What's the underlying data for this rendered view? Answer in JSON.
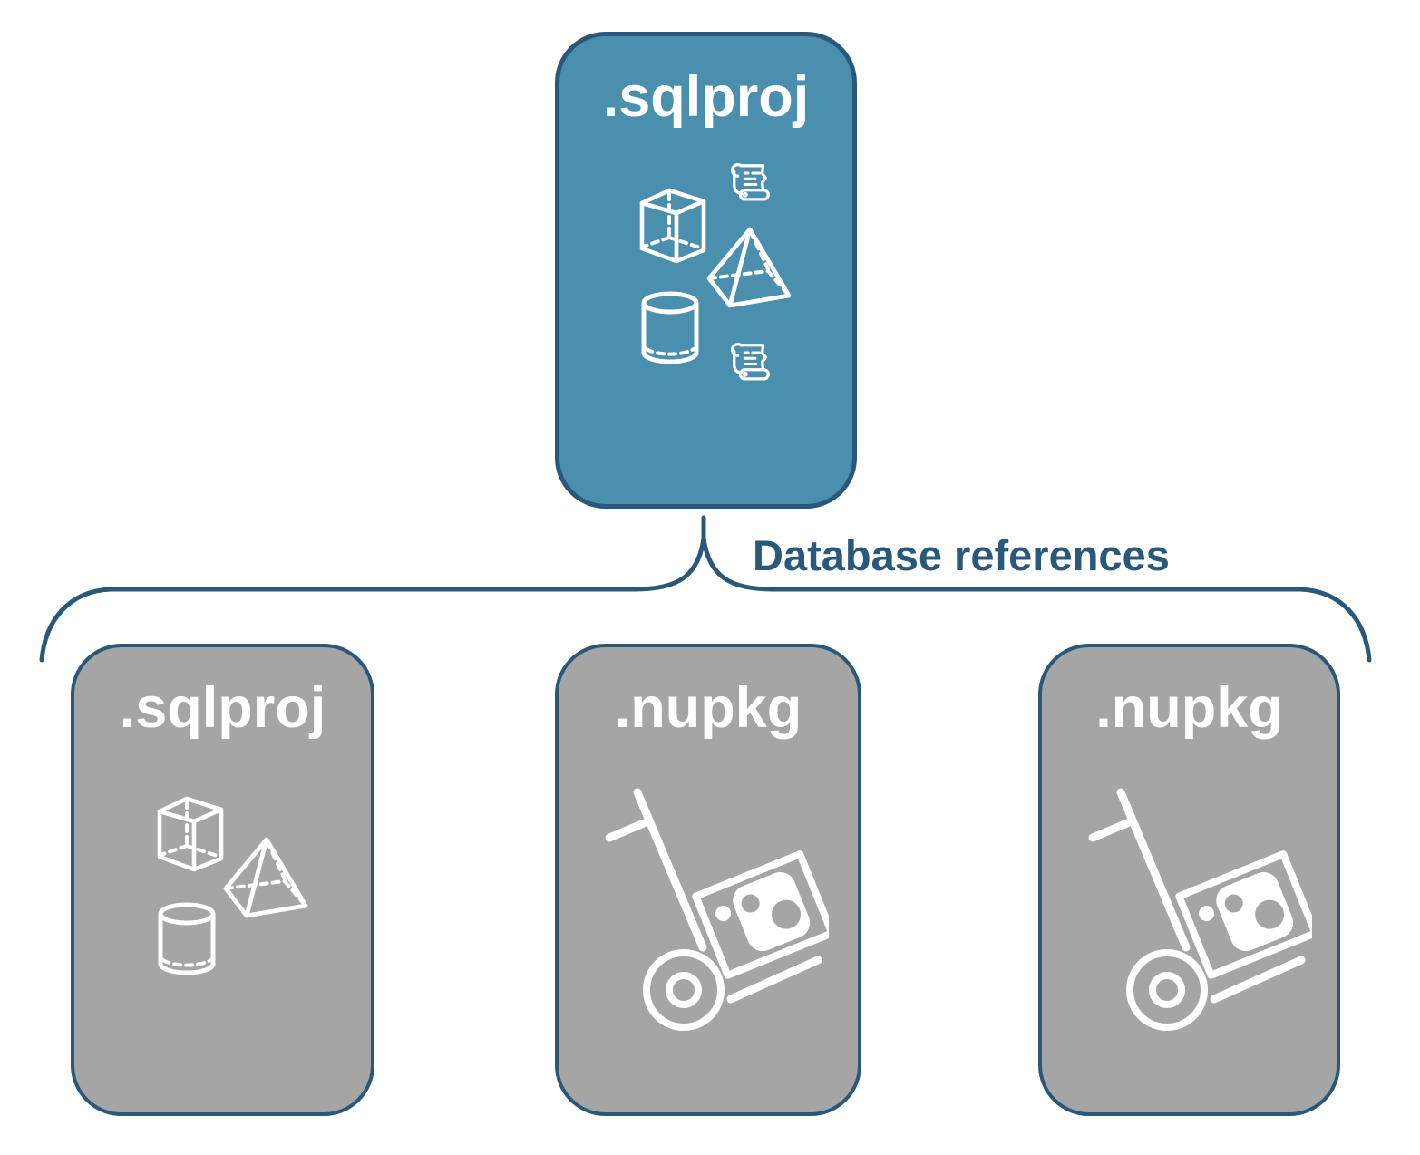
{
  "colors": {
    "node_primary": "#4A8FAD",
    "outline": "#29587A",
    "node_gray": "#A5A5A5",
    "icon": "#FFFFFF"
  },
  "root_node": {
    "label": ".sqlproj",
    "icons": [
      "cube-icon",
      "script-scroll-icon",
      "pyramid-icon",
      "database-cylinder-icon",
      "script-scroll-icon"
    ]
  },
  "connector": {
    "label": "Database references"
  },
  "child_nodes": [
    {
      "label": ".sqlproj",
      "icons": [
        "cube-icon",
        "pyramid-icon",
        "database-cylinder-icon"
      ]
    },
    {
      "label": ".nupkg",
      "icons": [
        "nuget-package-dolly-icon"
      ]
    },
    {
      "label": ".nupkg",
      "icons": [
        "nuget-package-dolly-icon"
      ]
    }
  ]
}
